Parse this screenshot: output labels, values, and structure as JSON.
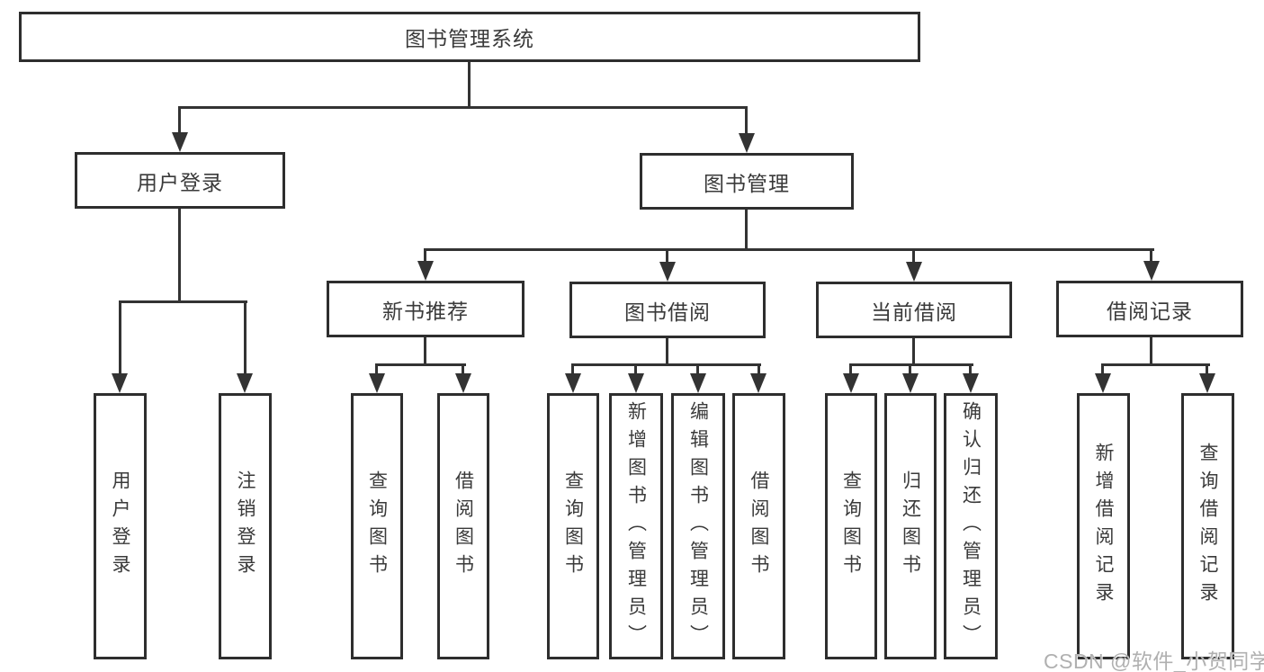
{
  "tree": {
    "label": "图书管理系统",
    "children": [
      {
        "label": "用户登录",
        "children": [
          {
            "label": "用户登录"
          },
          {
            "label": "注销登录"
          }
        ]
      },
      {
        "label": "图书管理",
        "children": [
          {
            "label": "新书推荐",
            "children": [
              {
                "label": "查询图书"
              },
              {
                "label": "借阅图书"
              }
            ]
          },
          {
            "label": "图书借阅",
            "children": [
              {
                "label": "查询图书"
              },
              {
                "label": "新增图书（管理员）"
              },
              {
                "label": "编辑图书（管理员）"
              },
              {
                "label": "借阅图书"
              }
            ]
          },
          {
            "label": "当前借阅",
            "children": [
              {
                "label": "查询图书"
              },
              {
                "label": "归还图书"
              },
              {
                "label": "确认归还（管理员）"
              }
            ]
          },
          {
            "label": "借阅记录",
            "children": [
              {
                "label": "新增借阅记录"
              },
              {
                "label": "查询借阅记录"
              }
            ]
          }
        ]
      }
    ]
  },
  "watermark": {
    "text": "CSDN @软件_小贺同学"
  },
  "colors": {
    "background": "#ffffff",
    "box_border": "#2e2e2e",
    "line": "#333333",
    "text": "#3a3a3a",
    "watermark": "#b0b0b0"
  }
}
